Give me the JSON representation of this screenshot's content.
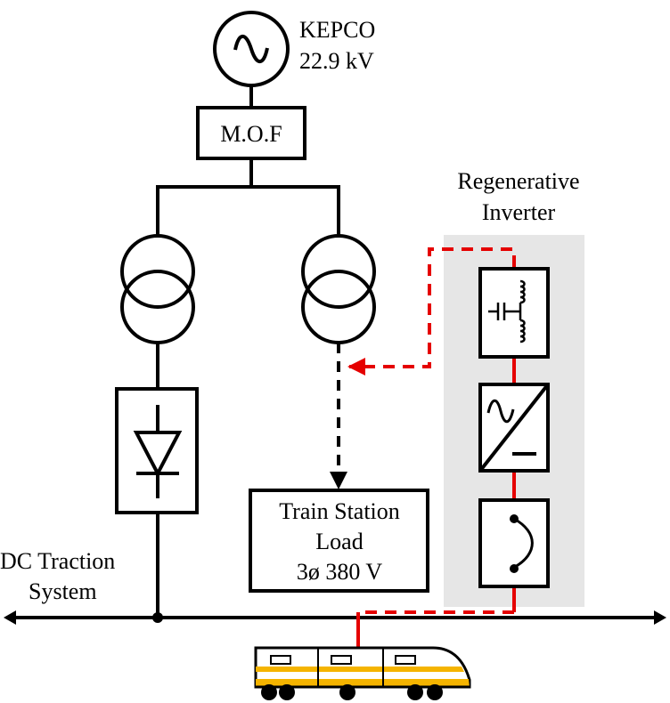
{
  "source": {
    "name": "KEPCO",
    "voltage": "22.9 kV"
  },
  "metering": {
    "label": "M.O.F"
  },
  "inverter": {
    "title_line1": "Regenerative",
    "title_line2": "Inverter"
  },
  "load": {
    "line1": "Train Station",
    "line2": "Load",
    "line3": "3ø 380 V"
  },
  "traction": {
    "line1": "DC Traction",
    "line2": "System"
  },
  "colors": {
    "line": "#000000",
    "regen_path": "#e50000",
    "inverter_panel": "#e6e6e6",
    "train_body": "#ffffff",
    "train_stripe": "#f5b400",
    "train_wheels": "#000000"
  },
  "icons": {
    "source": "ac-source-icon",
    "transformer": "transformer-icon",
    "rectifier": "diode-rectifier-icon",
    "filter": "lc-filter-icon",
    "converter": "ac-dc-converter-icon",
    "switch": "switch-icon",
    "train": "train-icon"
  }
}
